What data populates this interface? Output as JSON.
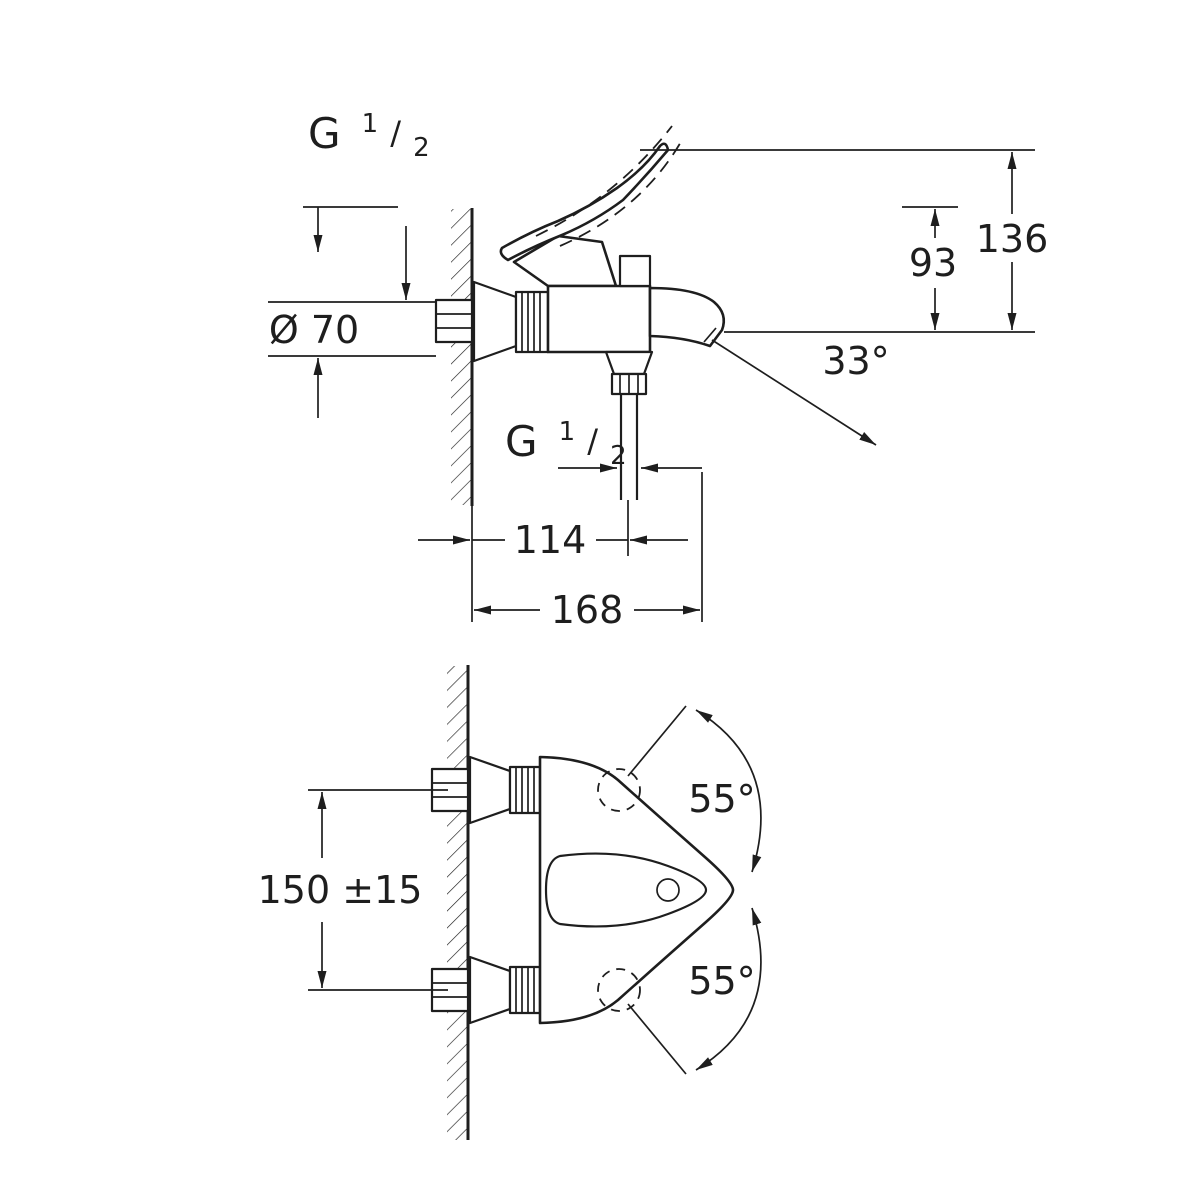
{
  "page": {
    "background": "#ffffff",
    "line_color": "#1e1e1e"
  },
  "top_view": {
    "wall_thread": {
      "letter": "G",
      "numerator": "1",
      "slash": "/",
      "denominator": "2"
    },
    "escutcheon_diameter": "Ø 70",
    "spout_height": "93",
    "overall_height": "136",
    "spout_angle": "33°",
    "shower_thread": {
      "letter": "G",
      "numerator": "1",
      "slash": "/",
      "denominator": "2"
    },
    "wall_to_shower_outlet": "114",
    "wall_to_spout_tip": "168"
  },
  "front_view": {
    "hole_spacing": "150 ±15",
    "swing_up": "55°",
    "swing_down": "55°"
  }
}
